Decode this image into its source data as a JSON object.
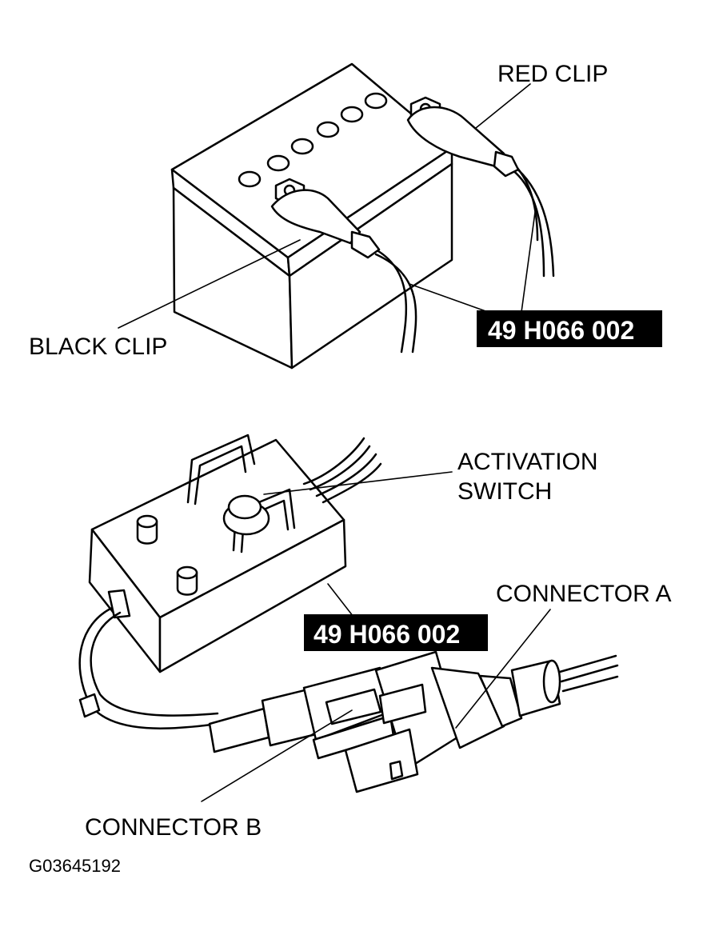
{
  "labels": {
    "red_clip": "RED CLIP",
    "black_clip": "BLACK CLIP",
    "activation_switch_line1": "ACTIVATION",
    "activation_switch_line2": "SWITCH",
    "connector_a": "CONNECTOR A",
    "connector_b": "CONNECTOR B"
  },
  "tool_tags": {
    "battery_tool": "49 H066 002",
    "switch_tool": "49 H066 002"
  },
  "figure_code": "G03645192",
  "colors": {
    "ink": "#000000",
    "paper": "#ffffff",
    "tag_background": "#000000",
    "tag_text": "#ffffff"
  }
}
